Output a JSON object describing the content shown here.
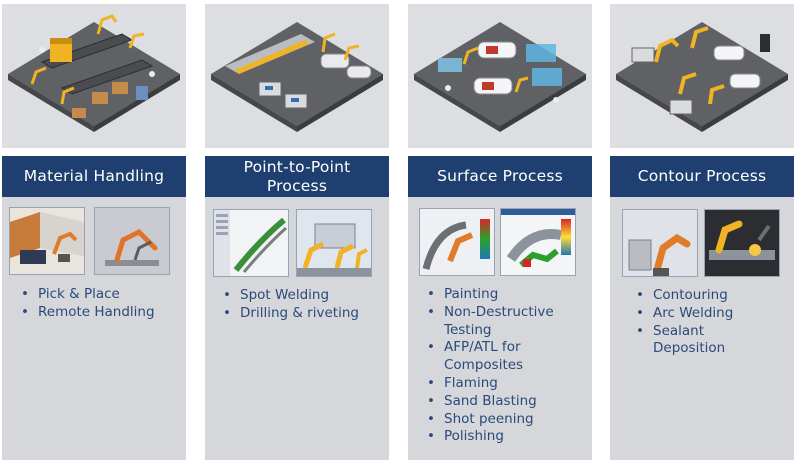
{
  "columns": [
    {
      "title": "Material Handling",
      "hero_icon": "factory-conveyor-robots-illustration",
      "thumbs": [
        "robot-cell-icon",
        "robot-arm-icon"
      ],
      "items": [
        "Pick & Place",
        "Remote Handling"
      ]
    },
    {
      "title": "Point-to-Point Process",
      "title_lines": [
        "Point-to-Point",
        "Process"
      ],
      "hero_icon": "car-assembly-line-illustration",
      "thumbs": [
        "fixture-software-icon",
        "spot-welding-robots-icon"
      ],
      "items": [
        "Spot Welding",
        "Drilling & riveting"
      ]
    },
    {
      "title": "Surface Process",
      "hero_icon": "car-painting-cell-illustration",
      "thumbs": [
        "painting-robot-icon",
        "surface-analysis-icon"
      ],
      "items": [
        "Painting",
        "Non-Destructive Testing",
        "AFP/ATL for Composites",
        "Flaming",
        "Sand Blasting",
        "Shot peening",
        "Polishing"
      ]
    },
    {
      "title": "Contour Process",
      "hero_icon": "welding-line-illustration",
      "thumbs": [
        "contouring-robot-icon",
        "arc-welding-icon"
      ],
      "items": [
        "Contouring",
        "Arc Welding",
        "Sealant Deposition"
      ]
    }
  ],
  "colors": {
    "banner": "#1f3f70",
    "panel": "#d6d7da",
    "text": "#2a4a7a",
    "robot": "#f0b323"
  }
}
